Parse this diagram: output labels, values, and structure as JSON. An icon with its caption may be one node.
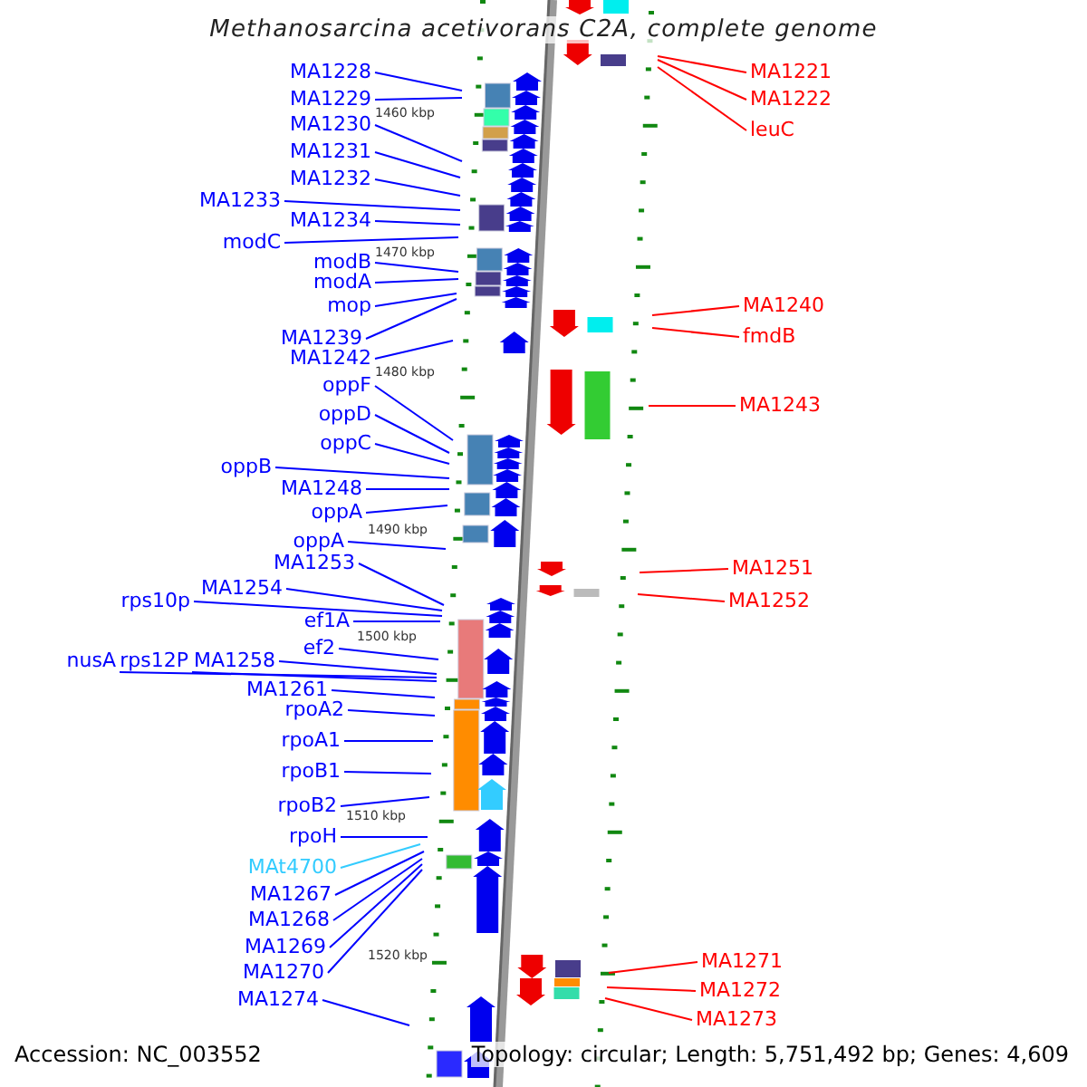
{
  "diagram": {
    "title": "Methanosarcina acetivorans C2A, complete genome",
    "nodes": [
      {
        "text": [
          "MA1228"
        ]
      },
      {
        "text": [
          "MA1229"
        ]
      },
      {
        "text": [
          "MA1230"
        ]
      },
      {
        "text": [
          "MA1231"
        ]
      },
      {
        "text": [
          "MA1232"
        ]
      },
      {
        "text": [
          "MA1233"
        ]
      },
      {
        "text": [
          "MA1234"
        ]
      },
      {
        "text": [
          "modC"
        ]
      },
      {
        "text": [
          "modB"
        ]
      },
      {
        "text": [
          "modA"
        ]
      },
      {
        "text": [
          "mop"
        ]
      },
      {
        "text": [
          "MA1239"
        ]
      },
      {
        "text": [
          "MA1242"
        ]
      },
      {
        "text": [
          "oppF"
        ]
      },
      {
        "text": [
          "oppD"
        ]
      },
      {
        "text": [
          "oppC"
        ]
      },
      {
        "text": [
          "oppB"
        ]
      },
      {
        "text": [
          "MA1248"
        ]
      },
      {
        "text": [
          "oppA"
        ]
      },
      {
        "text": [
          "oppA"
        ]
      },
      {
        "text": [
          "MA1253"
        ]
      },
      {
        "text": [
          "MA1254"
        ]
      },
      {
        "text": [
          "rps10p"
        ]
      },
      {
        "text": [
          "ef1A"
        ]
      },
      {
        "text": [
          "ef2"
        ]
      },
      {
        "text": [
          "nusA"
        ]
      },
      {
        "text": [
          "rps12P"
        ]
      },
      {
        "text": [
          "MA1258"
        ]
      },
      {
        "text": [
          "MA1261"
        ]
      },
      {
        "text": [
          "rpoA2"
        ]
      },
      {
        "text": [
          "rpoA1"
        ]
      },
      {
        "text": [
          "rpoB1"
        ]
      },
      {
        "text": [
          "rpoB2"
        ]
      },
      {
        "text": [
          "rpoH"
        ]
      },
      {
        "text": [
          "MAt4700"
        ]
      },
      {
        "text": [
          "MA1267"
        ]
      },
      {
        "text": [
          "MA1268"
        ]
      },
      {
        "text": [
          "MA1269"
        ]
      },
      {
        "text": [
          "MA1270"
        ]
      },
      {
        "text": [
          "MA1274"
        ]
      },
      {
        "text": [
          "MA1221"
        ]
      },
      {
        "text": [
          "MA1222"
        ]
      },
      {
        "text": [
          "leuC"
        ]
      },
      {
        "text": [
          "MA1240"
        ]
      },
      {
        "text": [
          "fmdB"
        ]
      },
      {
        "text": [
          "MA1243"
        ]
      },
      {
        "text": [
          "MA1251"
        ]
      },
      {
        "text": [
          "MA1252"
        ]
      },
      {
        "text": [
          "MA1271"
        ]
      },
      {
        "text": [
          "MA1272"
        ]
      },
      {
        "text": [
          "MA1273"
        ]
      }
    ],
    "edges": [
      {
        "from": 0,
        "to": null,
        "arrow": "none"
      },
      {
        "from": 1,
        "to": null,
        "arrow": "none"
      },
      {
        "from": 2,
        "to": null,
        "arrow": "none"
      },
      {
        "from": 3,
        "to": null,
        "arrow": "none"
      },
      {
        "from": 4,
        "to": null,
        "arrow": "none"
      },
      {
        "from": 5,
        "to": null,
        "arrow": "none"
      },
      {
        "from": 6,
        "to": null,
        "arrow": "none"
      },
      {
        "from": 7,
        "to": null,
        "arrow": "none"
      },
      {
        "from": 8,
        "to": null,
        "arrow": "none"
      },
      {
        "from": 9,
        "to": null,
        "arrow": "none"
      },
      {
        "from": 10,
        "to": null,
        "arrow": "none"
      },
      {
        "from": 11,
        "to": null,
        "arrow": "none"
      },
      {
        "from": 12,
        "to": null,
        "arrow": "none"
      },
      {
        "from": 13,
        "to": null,
        "arrow": "none"
      },
      {
        "from": 14,
        "to": null,
        "arrow": "none"
      },
      {
        "from": 15,
        "to": null,
        "arrow": "none"
      },
      {
        "from": 16,
        "to": null,
        "arrow": "none"
      },
      {
        "from": 17,
        "to": null,
        "arrow": "none"
      },
      {
        "from": 18,
        "to": null,
        "arrow": "none"
      },
      {
        "from": 19,
        "to": null,
        "arrow": "none"
      },
      {
        "from": 20,
        "to": null,
        "arrow": "none"
      },
      {
        "from": 21,
        "to": null,
        "arrow": "none"
      },
      {
        "from": 22,
        "to": null,
        "arrow": "none"
      },
      {
        "from": 23,
        "to": null,
        "arrow": "none"
      },
      {
        "from": 24,
        "to": null,
        "arrow": "none"
      },
      {
        "from": 25,
        "to": null,
        "arrow": "none"
      },
      {
        "from": 26,
        "to": null,
        "arrow": "none"
      },
      {
        "from": 27,
        "to": null,
        "arrow": "none"
      },
      {
        "from": 28,
        "to": null,
        "arrow": "none"
      },
      {
        "from": 29,
        "to": null,
        "arrow": "none"
      },
      {
        "from": 30,
        "to": null,
        "arrow": "none"
      },
      {
        "from": 31,
        "to": null,
        "arrow": "none"
      },
      {
        "from": 32,
        "to": null,
        "arrow": "none"
      },
      {
        "from": 33,
        "to": null,
        "arrow": "none"
      },
      {
        "from": 34,
        "to": null,
        "arrow": "none",
        "color": "#33ccff"
      },
      {
        "from": 35,
        "to": null,
        "arrow": "none"
      },
      {
        "from": 36,
        "to": null,
        "arrow": "none"
      },
      {
        "from": 37,
        "to": null,
        "arrow": "none"
      },
      {
        "from": 38,
        "to": null,
        "arrow": "none"
      },
      {
        "from": 39,
        "to": null,
        "arrow": "none"
      },
      {
        "from": 40,
        "to": null,
        "arrow": "none",
        "color": "#ff0000"
      },
      {
        "from": 41,
        "to": null,
        "arrow": "none",
        "color": "#ff0000"
      },
      {
        "from": 42,
        "to": null,
        "arrow": "none",
        "color": "#ff0000"
      },
      {
        "from": 43,
        "to": null,
        "arrow": "none",
        "color": "#ff0000"
      },
      {
        "from": 44,
        "to": null,
        "arrow": "none",
        "color": "#ff0000"
      },
      {
        "from": 45,
        "to": null,
        "arrow": "none",
        "color": "#ff0000"
      },
      {
        "from": 46,
        "to": null,
        "arrow": "none",
        "color": "#ff0000"
      },
      {
        "from": 47,
        "to": null,
        "arrow": "none",
        "color": "#ff0000"
      },
      {
        "from": 48,
        "to": null,
        "arrow": "none",
        "color": "#ff0000"
      },
      {
        "from": 49,
        "to": null,
        "arrow": "none",
        "color": "#ff0000"
      },
      {
        "from": 50,
        "to": null,
        "arrow": "none",
        "color": "#ff0000"
      }
    ],
    "labels": [
      "1460 kbp",
      "1470 kbp",
      "1480 kbp",
      "1490 kbp",
      "1500 kbp",
      "1510 kbp",
      "1520 kbp",
      "Accession: NC_003552",
      "Topology: circular; Length: 5,751,492 bp; Genes: 4,609"
    ]
  }
}
